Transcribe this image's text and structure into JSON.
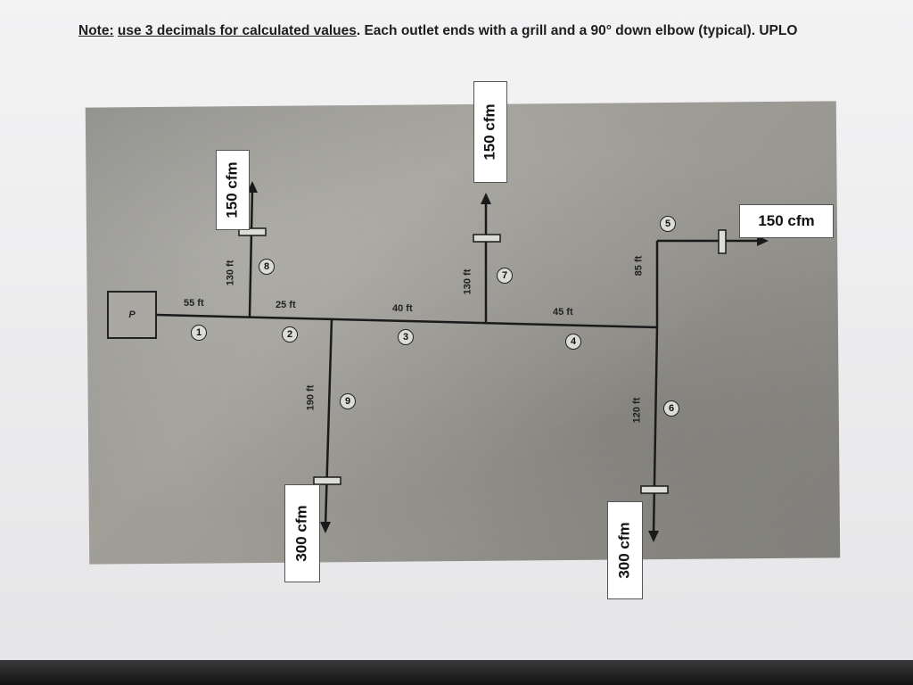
{
  "note": {
    "prefix": "Note:",
    "underlined": "use 3 decimals for calculated values",
    "rest": ". Each outlet ends with a grill and a 90° down elbow (typical). UPLO"
  },
  "fan_label": "P",
  "flows": {
    "outlet_8": "150 cfm",
    "outlet_7": "150 cfm",
    "outlet_5": "150 cfm",
    "outlet_9": "300 cfm",
    "outlet_6": "300 cfm"
  },
  "lengths": {
    "seg_1": "55 ft",
    "seg_2": "25 ft",
    "seg_3": "40 ft",
    "seg_4": "45 ft",
    "seg_8": "130 ft",
    "seg_7": "130 ft",
    "seg_5": "85 ft",
    "seg_9": "190 ft",
    "seg_6": "120 ft"
  },
  "nodes": [
    "1",
    "2",
    "3",
    "4",
    "5",
    "6",
    "7",
    "8",
    "9"
  ]
}
